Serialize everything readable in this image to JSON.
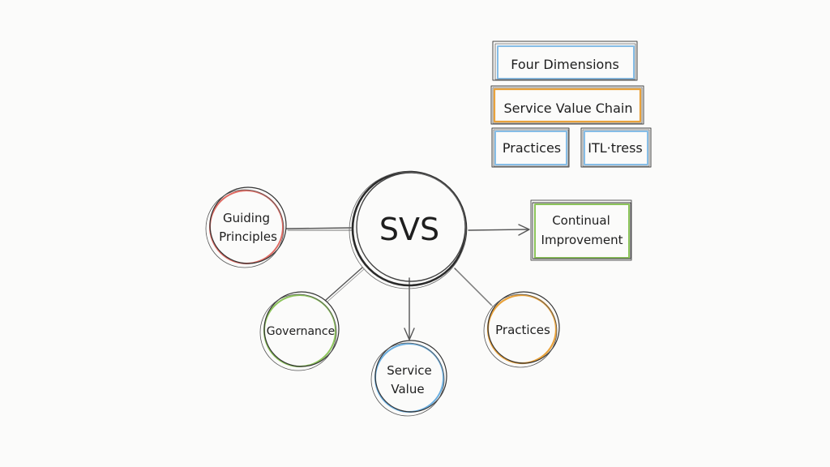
{
  "center": {
    "label": "SVS"
  },
  "nodes": {
    "guiding_principles": {
      "lines": [
        "Guiding",
        "Principles"
      ],
      "color": "#e06b63"
    },
    "governance": {
      "lines": [
        "Governance"
      ],
      "color": "#8cc45a"
    },
    "service_value": {
      "lines": [
        "Service",
        "Value"
      ],
      "color": "#6aaee0"
    },
    "practices": {
      "lines": [
        "Practices"
      ],
      "color": "#e9a23b"
    }
  },
  "continual_improvement": {
    "lines": [
      "Continual",
      "Improvement"
    ],
    "color": "#8cc45a"
  },
  "legend": {
    "four_dimensions": {
      "label": "Four Dimensions",
      "color": "#86bde6"
    },
    "service_value_chain": {
      "label": "Service Value Chain",
      "color": "#e9a23b"
    },
    "practices": {
      "label": "Practices",
      "color": "#86bde6"
    },
    "itil_mess": {
      "label": "ΙΤL·tress",
      "color": "#86bde6"
    }
  }
}
